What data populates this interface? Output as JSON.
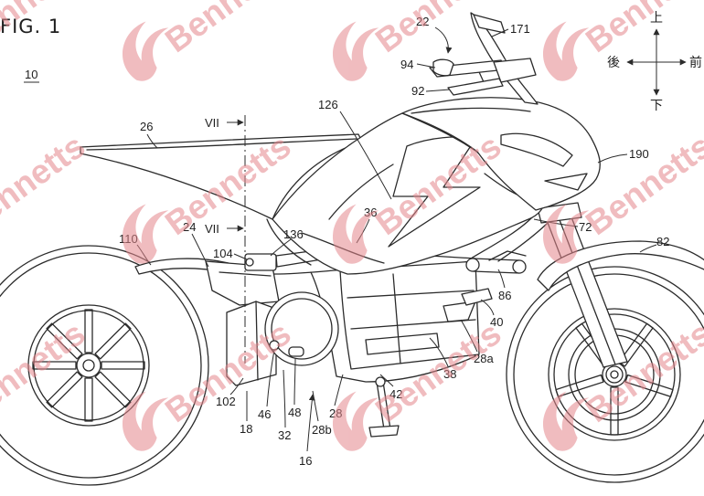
{
  "figure": {
    "title": "FIG. 1",
    "reference": "10"
  },
  "section_marks": [
    "VII",
    "VII"
  ],
  "orientation": {
    "up": "上",
    "rear": "後",
    "front": "前",
    "down": "下"
  },
  "callouts": [
    "22",
    "171",
    "94",
    "92",
    "126",
    "26",
    "190",
    "36",
    "72",
    "24",
    "110",
    "136",
    "82",
    "104",
    "86",
    "40",
    "28a",
    "38",
    "42",
    "102",
    "46",
    "48",
    "28",
    "18",
    "32",
    "28b",
    "16"
  ],
  "watermark": {
    "text": "Bennetts",
    "color": "#e4868c"
  },
  "colors": {
    "line": "#2b2b2b",
    "background": "#ffffff"
  }
}
